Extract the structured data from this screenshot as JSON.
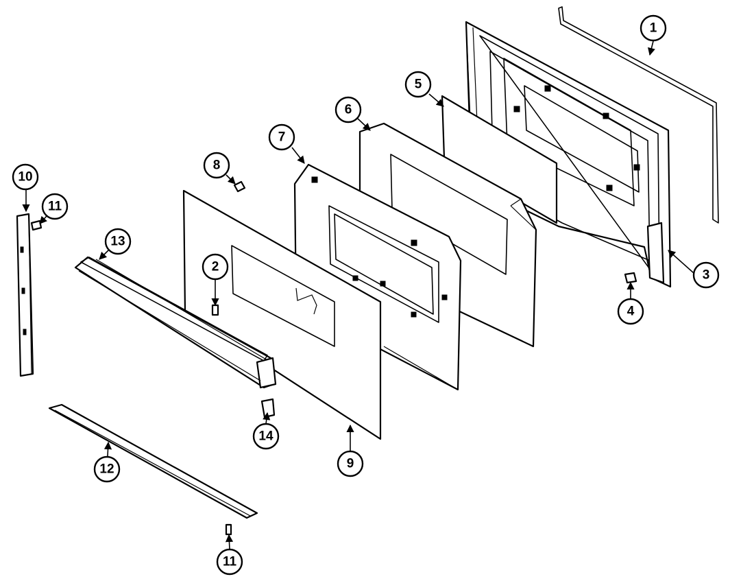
{
  "callouts": [
    {
      "id": "c1",
      "label": "1"
    },
    {
      "id": "c2",
      "label": "2"
    },
    {
      "id": "c3",
      "label": "3"
    },
    {
      "id": "c4",
      "label": "4"
    },
    {
      "id": "c5",
      "label": "5"
    },
    {
      "id": "c6",
      "label": "6"
    },
    {
      "id": "c7",
      "label": "7"
    },
    {
      "id": "c8",
      "label": "8"
    },
    {
      "id": "c9",
      "label": "9"
    },
    {
      "id": "c10",
      "label": "10"
    },
    {
      "id": "c11a",
      "label": "11"
    },
    {
      "id": "c11b",
      "label": "11"
    },
    {
      "id": "c12",
      "label": "12"
    },
    {
      "id": "c13",
      "label": "13"
    },
    {
      "id": "c14",
      "label": "14"
    }
  ]
}
